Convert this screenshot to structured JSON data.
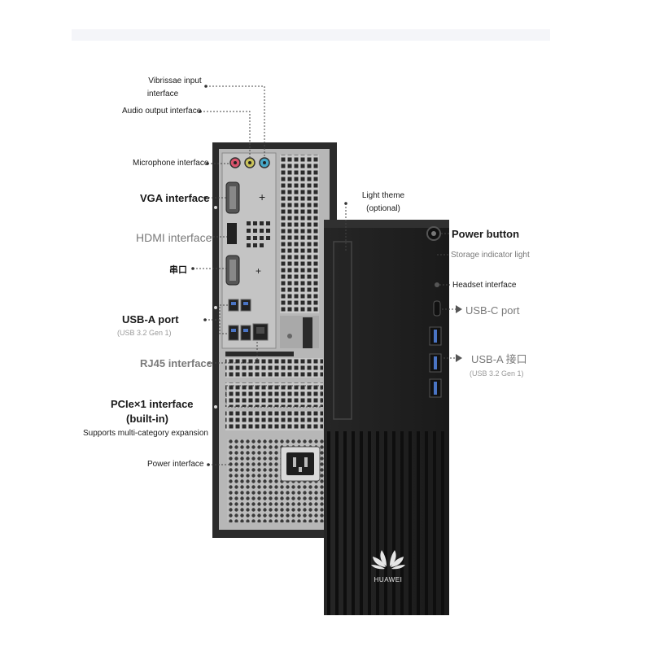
{
  "labels": {
    "vibrissae_input": "Vibrissae input",
    "vibrissae_input_2": "interface",
    "audio_output": "Audio output interface",
    "microphone": "Microphone interface",
    "vga": "VGA interface",
    "hdmi": "HDMI interface",
    "serial": "串口",
    "usb_a_port": "USB-A port",
    "usb_a_port_spec": "(USB 3.2 Gen 1)",
    "rj45": "RJ45 interface",
    "pcie_1": "PCIe×1 interface",
    "pcie_2": "(built-in)",
    "pcie_3": "Supports multi-category expansion",
    "power_interface": "Power interface",
    "light_theme_1": "Light theme",
    "light_theme_2": "(optional)",
    "power_button": "Power button",
    "storage_light": "Storage indicator light",
    "headset": "Headset interface",
    "usb_c": "USB-C port",
    "usb_a_front": "USB-A 接口",
    "usb_a_front_spec": "(USB 3.2 Gen 1)",
    "brand": "HUAWEI"
  },
  "colors": {
    "chassis_back": "#2b2b2b",
    "chassis_front": "#1f1f1f",
    "panel": "#b9b9b9",
    "mic_port": "#d9536c",
    "audio_port": "#c9c25a",
    "line_in_port": "#47a9c9"
  }
}
